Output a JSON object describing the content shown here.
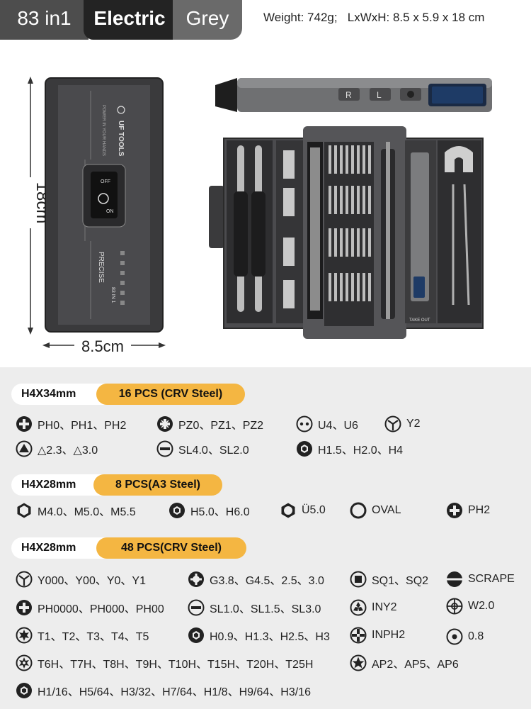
{
  "header": {
    "model": "83 in1",
    "type": "Electric",
    "color": "Grey",
    "specs": "Weight: 742g;   LxWxH: 8.5 x 5.9 x 18 cm"
  },
  "product": {
    "height_label": "18cm",
    "width_label": "8.5cm",
    "case_text": {
      "brand": "UF TOOLS",
      "slogan": "POWER IN YOUR HANDS",
      "off": "OFF",
      "on": "ON",
      "precise": "PRECISE",
      "count": "83 IN 1"
    },
    "pen_buttons": [
      "R",
      "L"
    ],
    "take_out": "TAKE OUT"
  },
  "groups": [
    {
      "size": "H4X34mm",
      "pcs": "16 PCS (CRV Steel)",
      "items": [
        {
          "icon": "phillips-icon",
          "label": "PH0、PH1、PH2"
        },
        {
          "icon": "pozidriv-icon",
          "label": "PZ0、PZ1、PZ2"
        },
        {
          "icon": "u-bit-icon",
          "label": "U4、U6"
        },
        {
          "icon": "y-bit-icon",
          "label": "Y2"
        },
        {
          "icon": "triangle-icon",
          "label": "△2.3、△3.0"
        },
        {
          "icon": "slotted-icon",
          "label": "SL4.0、SL2.0"
        },
        {
          "icon": "hex-icon",
          "label": "H1.5、H2.0、H4"
        }
      ]
    },
    {
      "size": "H4X28mm",
      "pcs": "8 PCS(A3 Steel)",
      "items": [
        {
          "icon": "hex-socket-icon",
          "label": "M4.0、M5.0、M5.5"
        },
        {
          "icon": "hex-icon",
          "label": "H5.0、H6.0"
        },
        {
          "icon": "hex-outline-icon",
          "label": "Ü5.0"
        },
        {
          "icon": "oval-icon",
          "label": "OVAL"
        },
        {
          "icon": "phillips-icon",
          "label": "PH2"
        }
      ]
    },
    {
      "size": "H4X28mm",
      "pcs": "48 PCS(CRV Steel)",
      "items": [
        {
          "icon": "y-bit-icon",
          "label": "Y000、Y00、Y0、Y1"
        },
        {
          "icon": "gear-bit-icon",
          "label": "G3.8、G4.5、2.5、3.0"
        },
        {
          "icon": "square-bit-icon",
          "label": "SQ1、SQ2"
        },
        {
          "icon": "scrape-icon",
          "label": "SCRAPE"
        },
        {
          "icon": "phillips-icon",
          "label": "PH0000、PH000、PH00"
        },
        {
          "icon": "slotted-icon",
          "label": "SL1.0、SL1.5、SL3.0"
        },
        {
          "icon": "tri-wing-icon",
          "label": "INY2"
        },
        {
          "icon": "crosshair-icon",
          "label": "W2.0"
        },
        {
          "icon": "torx-icon",
          "label": "T1、T2、T3、T4、T5"
        },
        {
          "icon": "hex-icon",
          "label": "H0.9、H1.3、H2.5、H3"
        },
        {
          "icon": "inph-icon",
          "label": "INPH2"
        },
        {
          "icon": "dot-icon",
          "label": "0.8"
        },
        {
          "icon": "torx-hole-icon",
          "label": "T6H、T7H、T8H、T9H、T10H、T15H、T20H、T25H"
        },
        {
          "icon": "pentalobe-icon",
          "label": "AP2、AP5、AP6"
        },
        {
          "icon": "hex-icon",
          "label": "H1/16、H5/64、H3/32、H7/64、H1/8、H9/64、H3/16"
        }
      ]
    }
  ],
  "colors": {
    "accent": "#f4b642",
    "section_bg": "#ededed",
    "dark": "#232323"
  }
}
